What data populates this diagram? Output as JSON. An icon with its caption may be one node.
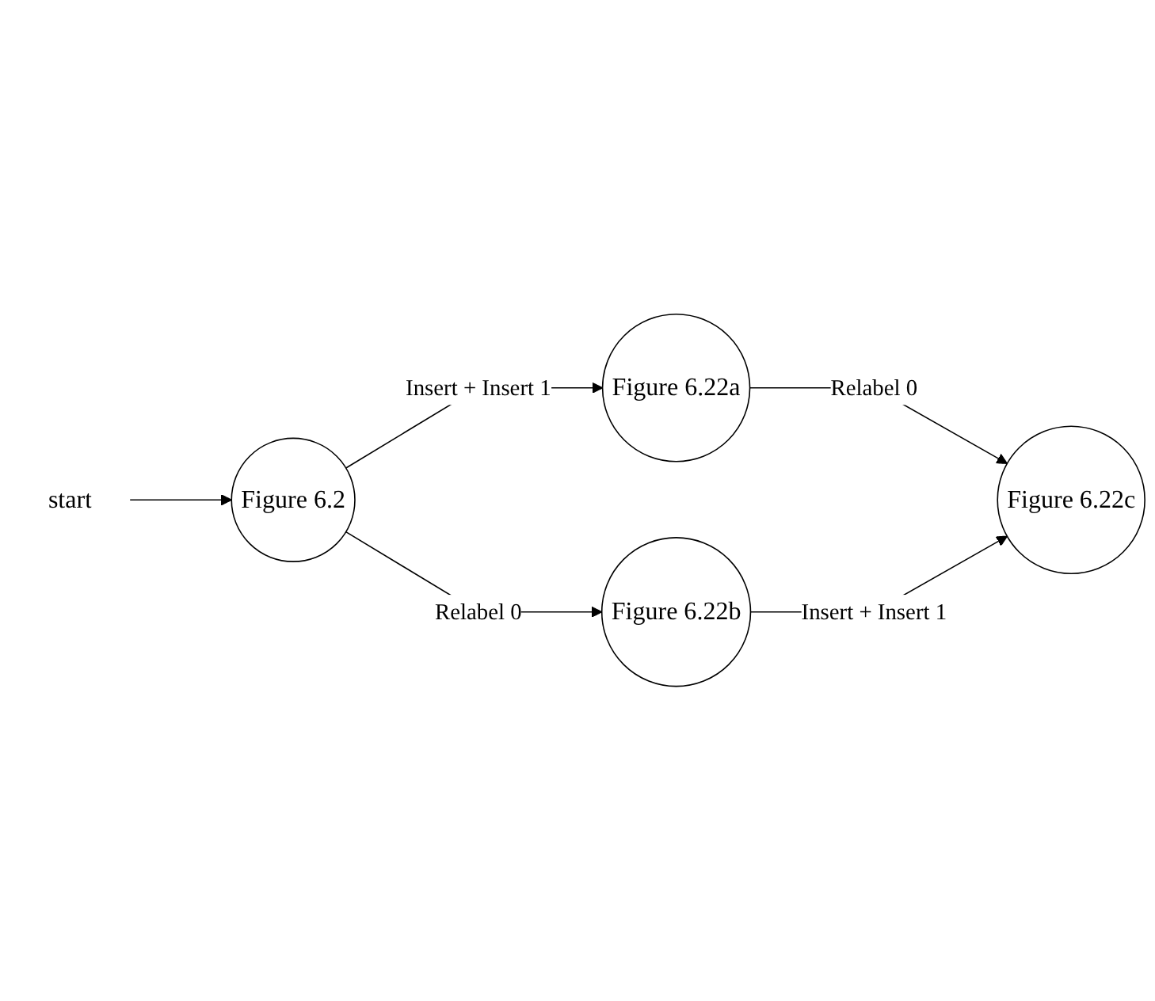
{
  "diagram": {
    "nodes": [
      {
        "text": [
          "start"
        ]
      },
      {
        "text": [
          "Figure 6.2"
        ]
      },
      {
        "text": [
          "Figure 6.22a"
        ]
      },
      {
        "text": [
          "Figure 6.22b"
        ]
      },
      {
        "text": [
          "Figure 6.22c"
        ]
      }
    ],
    "edges": [
      {
        "from": 0,
        "to": 1,
        "arrow": "to"
      },
      {
        "from": 1,
        "to": 2,
        "arrow": "to",
        "label": "Insert + Insert 1"
      },
      {
        "from": 2,
        "to": 4,
        "arrow": "to",
        "label": "Relabel 0"
      },
      {
        "from": 1,
        "to": 3,
        "arrow": "to",
        "label": "Relabel 0"
      },
      {
        "from": 3,
        "to": 4,
        "arrow": "to",
        "label": "Insert + Insert 1"
      }
    ]
  }
}
